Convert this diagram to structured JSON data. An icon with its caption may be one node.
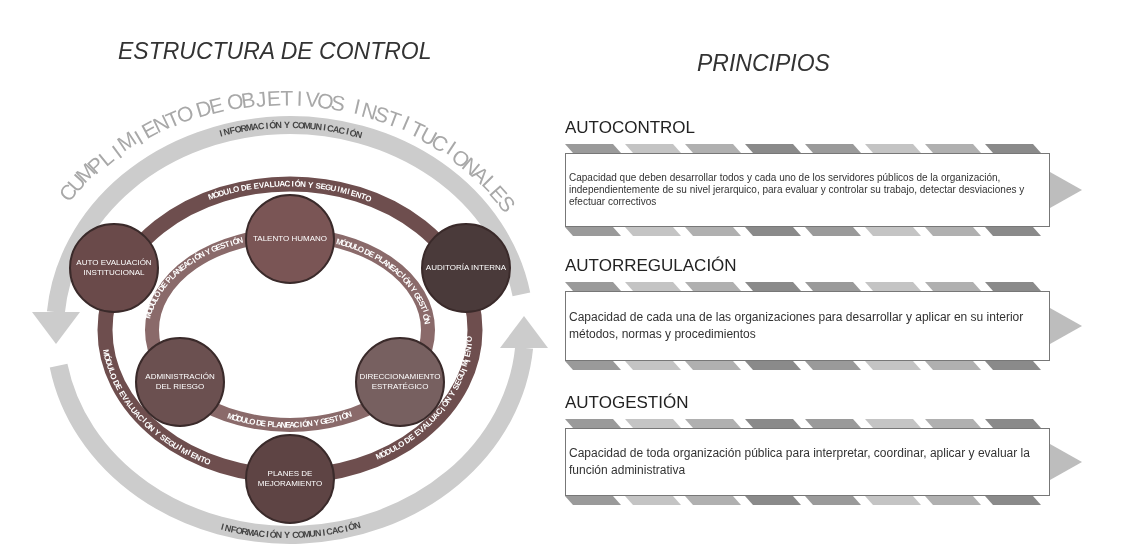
{
  "diagram": {
    "nodes": [
      {
        "text": [
          "AUTO EVALUACIÓN INSTITUCIONAL"
        ]
      },
      {
        "text": [
          "TALENTO HUMANO"
        ]
      },
      {
        "text": [
          "AUDITORÍA INTERNA"
        ]
      },
      {
        "text": [
          "ADMINISTRACIÓN DEL RIESGO"
        ]
      },
      {
        "text": [
          "DIRECCIONAMIENTO ESTRATÉGICO"
        ]
      },
      {
        "text": [
          "PLANES DE MEJORAMIENTO"
        ]
      },
      {
        "text": [
          "AUTOCONTROL",
          "Capacidad que deben desarrollar todos y cada uno de los servidores públicos de la organización, independientemente de su nivel jerarquico, para evaluar y controlar su trabajo, detectar desviaciones y efectuar correctivos"
        ]
      },
      {
        "text": [
          "AUTORREGULACIÓN",
          "Capacidad de cada una de las organizaciones para desarrollar y aplicar en su interior métodos, normas y procedimientos"
        ]
      },
      {
        "text": [
          "AUTOGESTIÓN",
          "Capacidad de toda organización pública para interpretar, coordinar, aplicar y evaluar la función administrativa"
        ]
      }
    ],
    "edges": [],
    "labels": [
      "ESTRUCTURA DE CONTROL",
      "PRINCIPIOS",
      "CUMPLIMIENTO DE OBJETIVOS INSTITUCIONALES",
      "INFORMACIÓN Y COMUNICACIÓN",
      "MÓDULO DE EVALUACIÓN Y SEGUIMIENTO",
      "MÓDULO DE PLANEACIÓN Y GESTIÓN",
      "MÓDULO DE PLANEACIÓN Y GESTIÓN",
      "MÓDULO DE EVALUACIÓN Y SEGUIMIENTO",
      "MÓDULO DE EVALUACIÓN Y SEGUIMIENTO",
      "MÓDULO DE PLANEACIÓN Y GESTIÓN",
      "INFORMACIÓN Y COMUNICACIÓN"
    ]
  }
}
